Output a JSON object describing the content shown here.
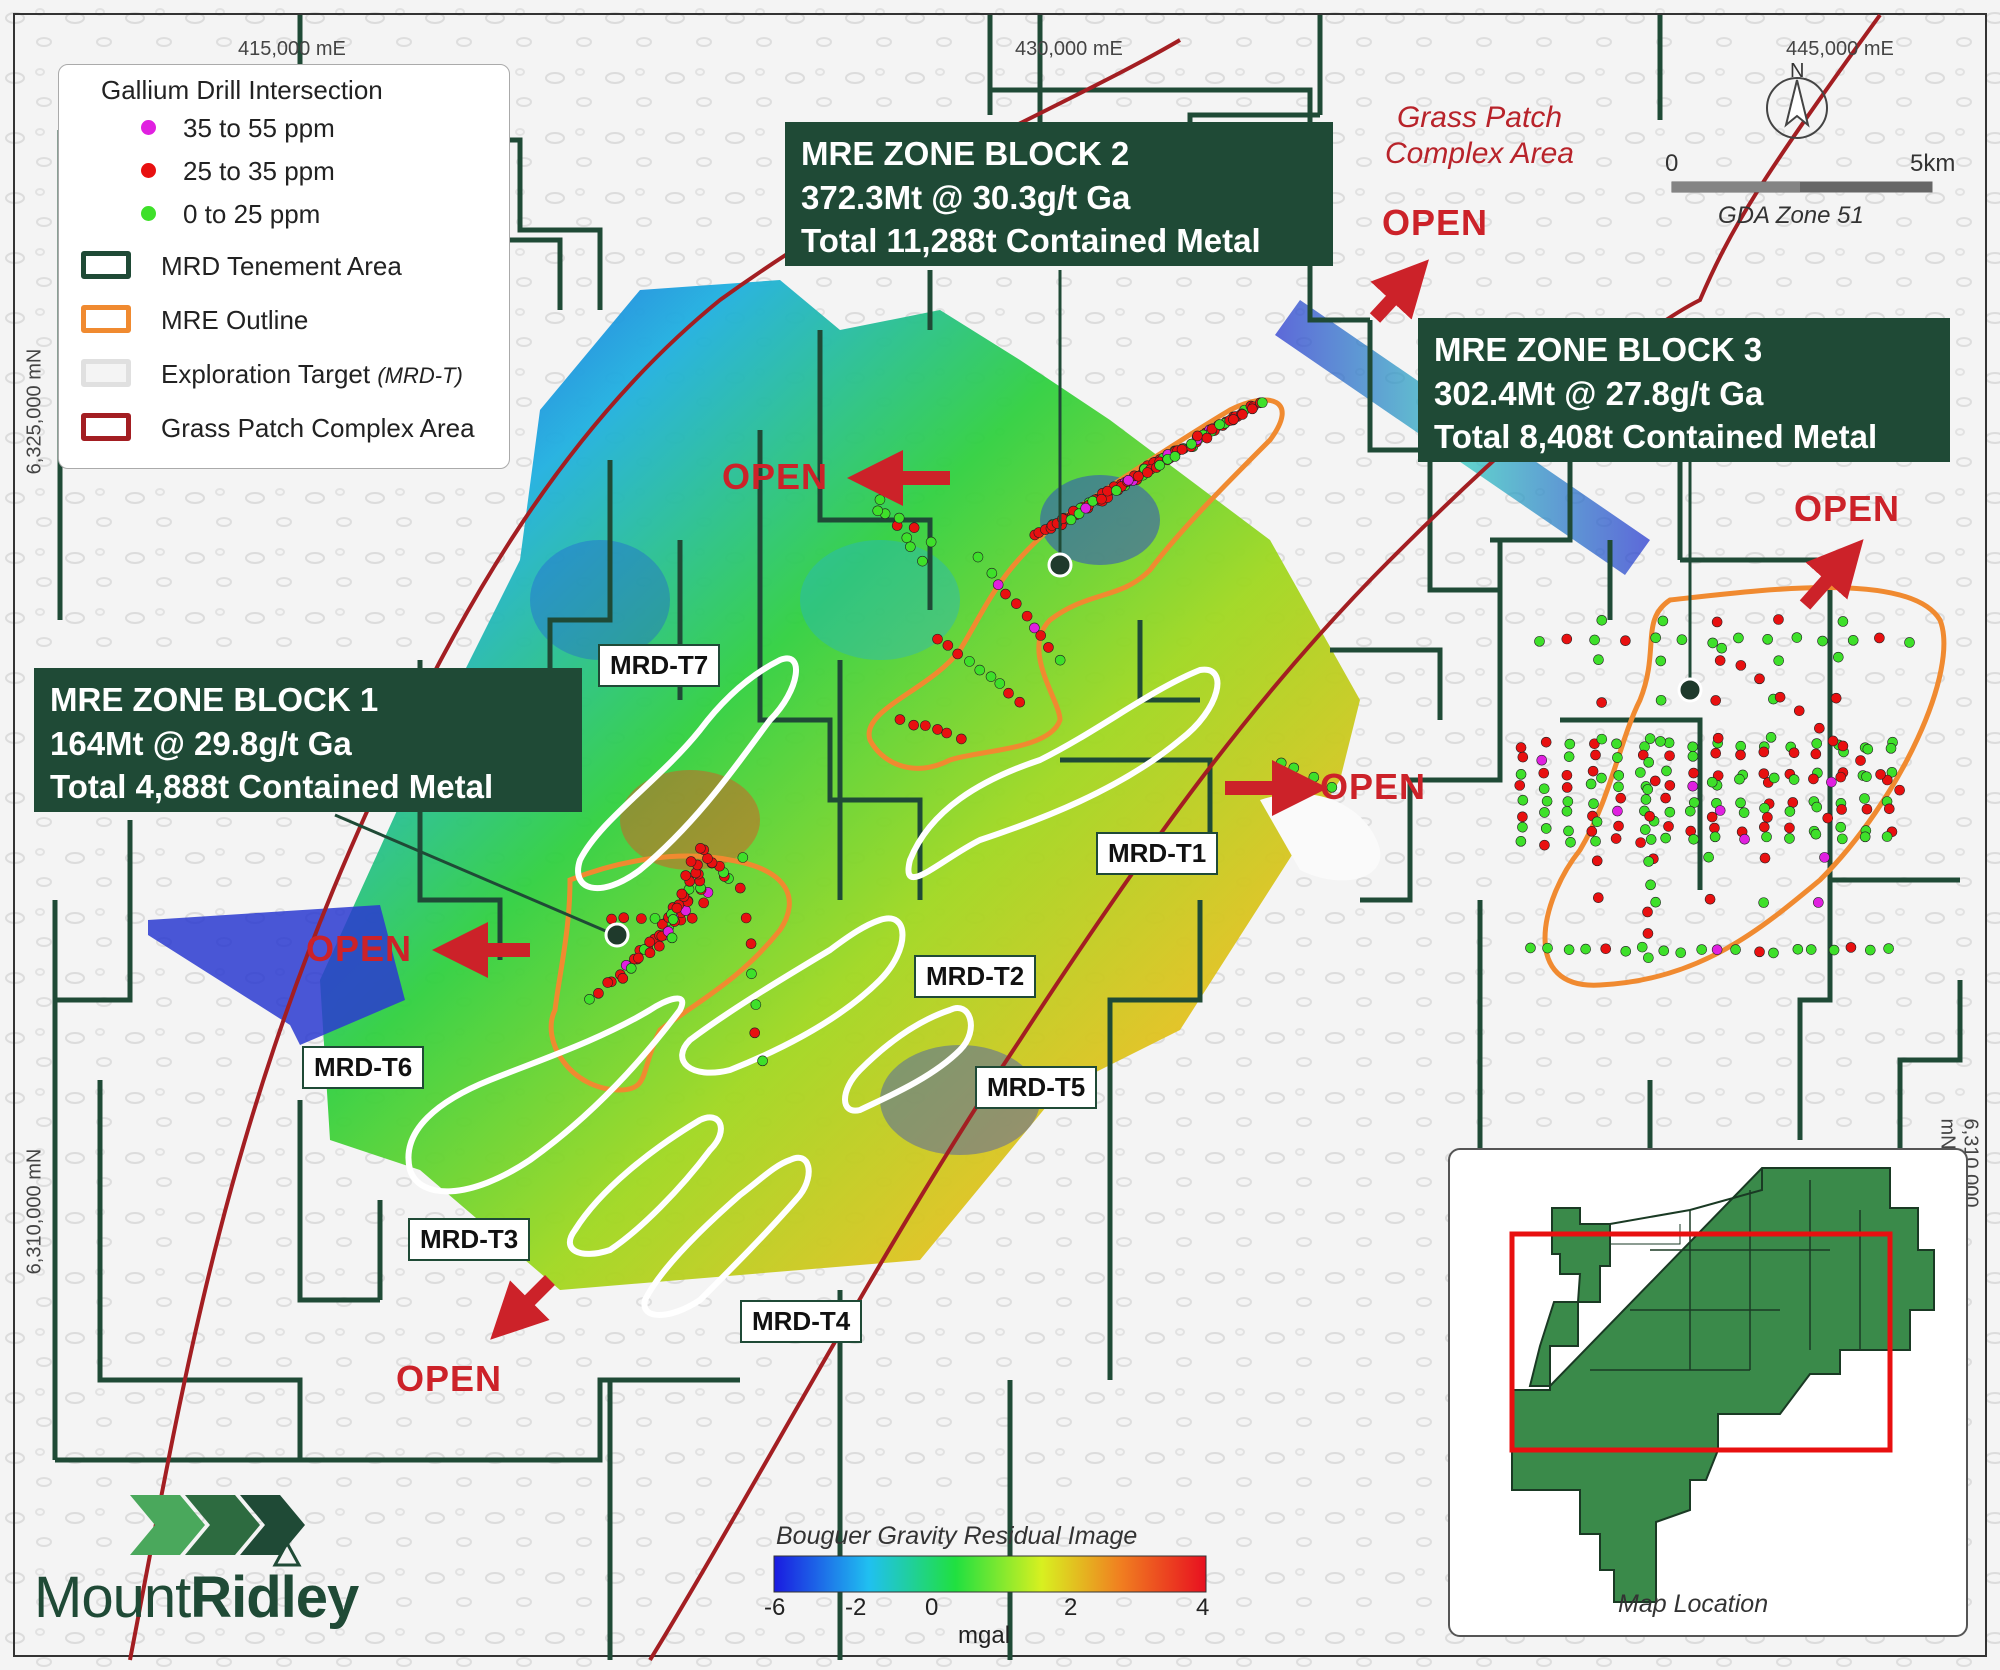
{
  "coords": {
    "easting": [
      "415,000 mE",
      "430,000 mE",
      "445,000 mE"
    ],
    "northing_left": [
      "6,325,000 mN",
      "6,310,000 mN"
    ],
    "northing_right": "6,310,000 mN"
  },
  "legend": {
    "title": "Gallium Drill Intersection",
    "grade_35_55": "35 to 55 ppm",
    "grade_25_35": "25 to 35 ppm",
    "grade_0_25": "0 to 25 ppm",
    "tenement": "MRD Tenement Area",
    "mre_outline": "MRE Outline",
    "exploration_target": "Exploration Target",
    "exploration_target_code": "(MRD-T)",
    "grass_patch": "Grass Patch Complex Area",
    "colors": {
      "high": "#e020e0",
      "mid": "#e81010",
      "low": "#3ee02a",
      "tenement": "#1f4a36",
      "mre": "#f08a30",
      "gpc": "#a31e22"
    }
  },
  "grass_patch_label": [
    "Grass Patch",
    "Complex Area"
  ],
  "scale": {
    "start": "0",
    "end": "5km",
    "datum": "GDA Zone 51"
  },
  "north": "N",
  "blocks": [
    {
      "title": "MRE ZONE BLOCK 2",
      "tonnage": "372.3Mt @ 30.3g/t Ga",
      "metal": "Total 11,288t Contained Metal"
    },
    {
      "title": "MRE ZONE BLOCK 3",
      "tonnage": "302.4Mt @ 27.8g/t Ga",
      "metal": "Total 8,408t Contained Metal"
    },
    {
      "title": "MRE ZONE BLOCK 1",
      "tonnage": "164Mt @ 29.8g/t Ga",
      "metal": "Total 4,888t Contained Metal"
    }
  ],
  "targets": [
    "MRD-T7",
    "MRD-T1",
    "MRD-T2",
    "MRD-T6",
    "MRD-T5",
    "MRD-T3",
    "MRD-T4"
  ],
  "open_label": "OPEN",
  "colorbar": {
    "title": "Bouguer Gravity Residual Image",
    "ticks": [
      "-6",
      "-2",
      "0",
      "2",
      "4"
    ],
    "unit": "mgal"
  },
  "inset_label": "Map Location",
  "logo": {
    "part1": "Mount",
    "part2": "Ridley"
  }
}
